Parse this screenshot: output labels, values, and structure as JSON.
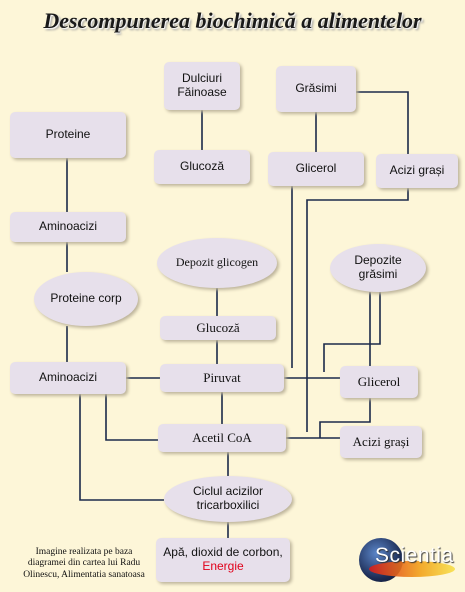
{
  "title": "Descompunerea biochimică a alimentelor",
  "nodes": {
    "dulciuri_line1": "Dulciuri",
    "dulciuri_line2": "Făinoase",
    "glucoza_top": "Glucoză",
    "grasimi": "Grăsimi",
    "glicerol_top": "Glicerol",
    "acizi_grasi_top": "Acizi grași",
    "proteine": "Proteine",
    "aminoacizi_top": "Aminoacizi",
    "proteine_corp": "Proteine corp",
    "depozit_glicogen": "Depozit glicogen",
    "depozite_grasimi_line1": "Depozite",
    "depozite_grasimi_line2": "grăsimi",
    "glucoza_mid": "Glucoză",
    "aminoacizi_bottom": "Aminoacizi",
    "piruvat": "Piruvat",
    "glicerol_bottom": "Glicerol",
    "acetil_coa": "Acetil CoA",
    "acizi_grasi_bottom": "Acizi grași",
    "ciclul_line1": "Ciclul acizilor",
    "ciclul_line2": "tricarboxilici",
    "final_line1": "Apă, dioxid de corbon,",
    "final_line2": "Energie"
  },
  "credit": {
    "line1": "Imagine realizata pe baza",
    "line2": "diagramei din cartea lui Radu",
    "line3": "Olinescu, Alimentatia sanatoasa"
  },
  "logo": {
    "text": "Scientia"
  },
  "colors": {
    "background": "#fdf6d8",
    "node_fill": "#e7e0eb",
    "line": "#1c2a4a",
    "energy": "#e0001a"
  }
}
